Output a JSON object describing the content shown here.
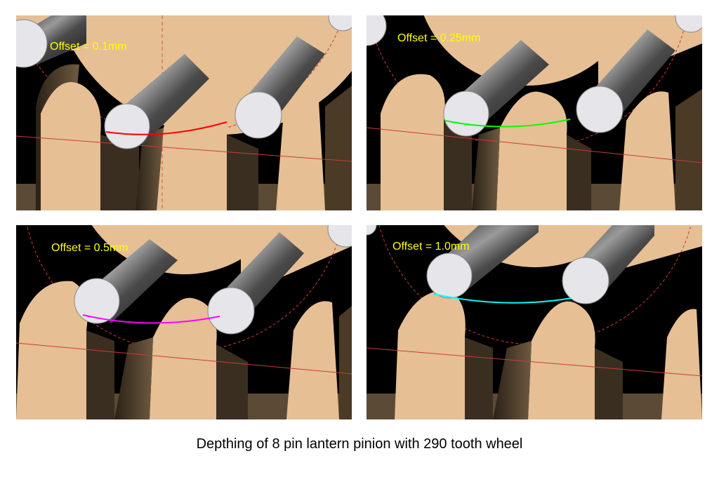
{
  "panels": [
    {
      "label": "Offset = 0.1mm",
      "arc_color": "#ff0000"
    },
    {
      "label": "Offset = 0.25mm",
      "arc_color": "#00ff00"
    },
    {
      "label": "Offset = 0.5mm",
      "arc_color": "#ff00ff"
    },
    {
      "label": "Offset = 1.0mm",
      "arc_color": "#00ffff"
    }
  ],
  "caption": "Depthing of 8 pin lantern pinion with 290 tooth wheel",
  "colors": {
    "tooth": "#e6bf94",
    "tooth_shadow": "#4a3a26",
    "pin_face": "#e5e5ea",
    "background": "#000000",
    "reference_line": "#c83c3c",
    "label": "#ffff00"
  }
}
